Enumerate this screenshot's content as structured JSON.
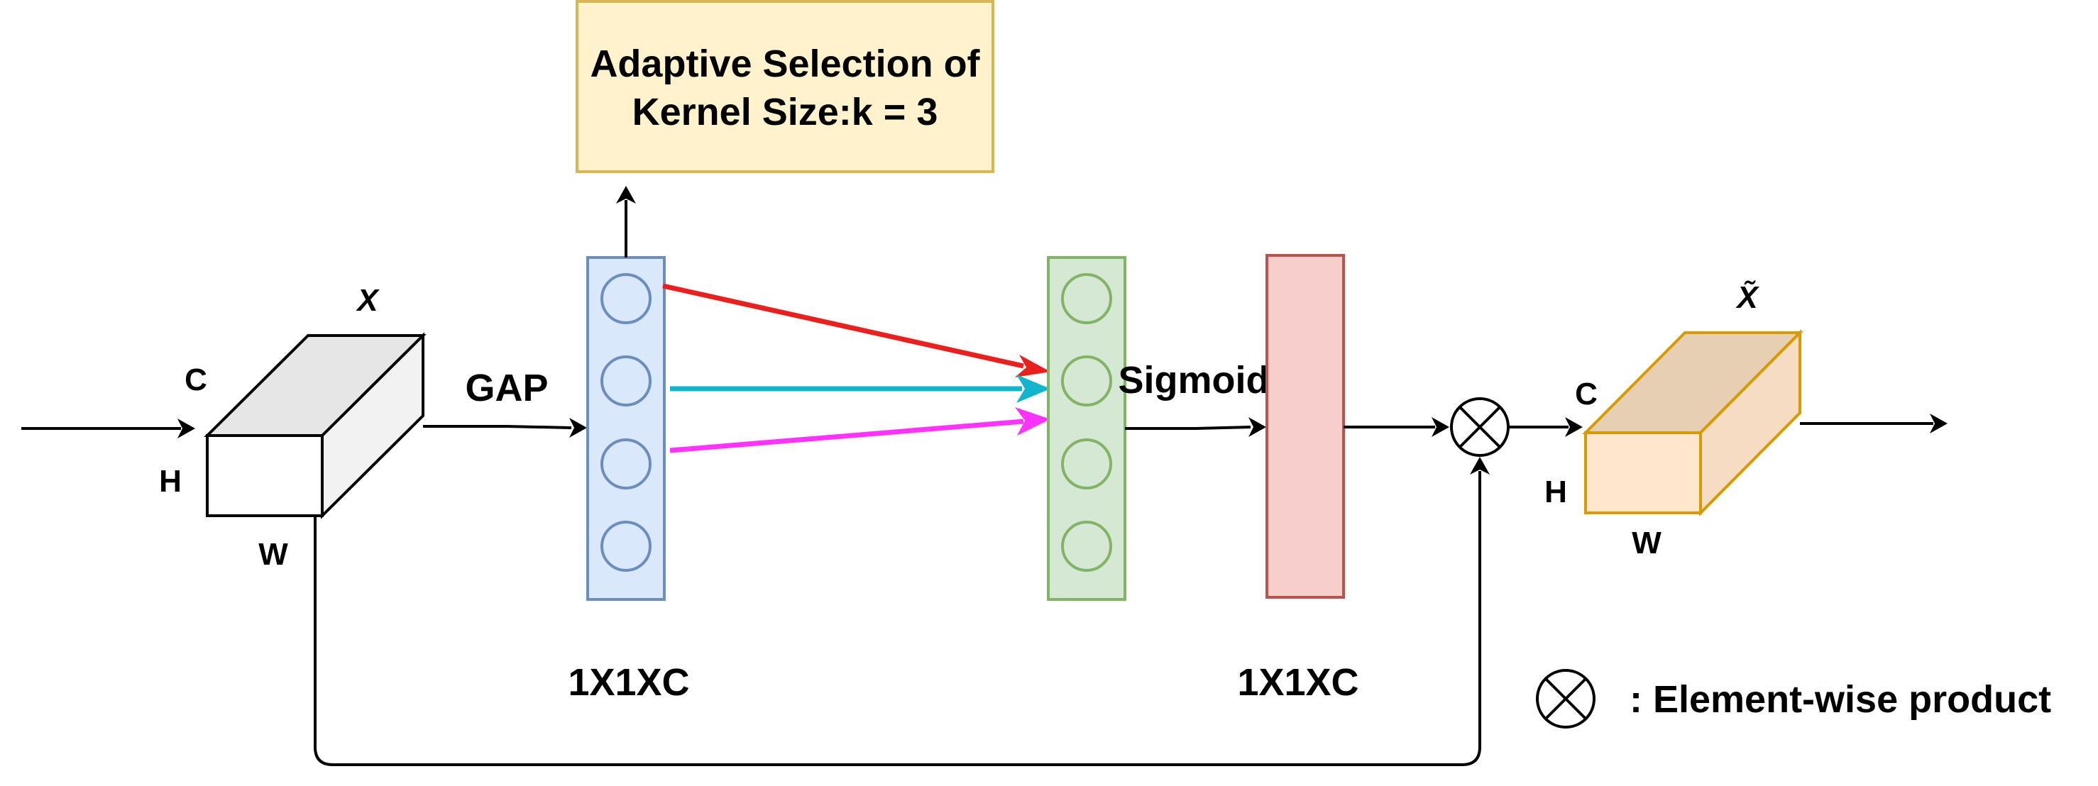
{
  "diagram": {
    "kernel_box": {
      "line1": "Adaptive Selection of",
      "line2": "Kernel Size:k = 3"
    },
    "input_tensor": {
      "name": "X",
      "c_label": "C",
      "h_label": "H",
      "w_label": "W"
    },
    "output_tensor": {
      "name": "X̃",
      "c_label": "C",
      "h_label": "H",
      "w_label": "W"
    },
    "gap_label": "GAP",
    "sigmoid_label": "Sigmoid",
    "dims_left": "1X1XC",
    "dims_right": "1X1XC",
    "legend": {
      "text": ": Element-wise product"
    },
    "colors": {
      "kernel_fill": "#fff2cc",
      "kernel_stroke": "#d6b656",
      "blue_fill": "#dae8fc",
      "blue_stroke": "#6c8ebf",
      "green_fill": "#d5e8d4",
      "green_stroke": "#82b366",
      "red_fill": "#f8cecc",
      "red_stroke": "#b85450",
      "orange_fill": "#ffe6cc",
      "orange_stroke": "#d79b00",
      "arrow_red": "#e8201e",
      "arrow_cyan": "#12b5cb",
      "arrow_magenta": "#ff33ff"
    }
  }
}
